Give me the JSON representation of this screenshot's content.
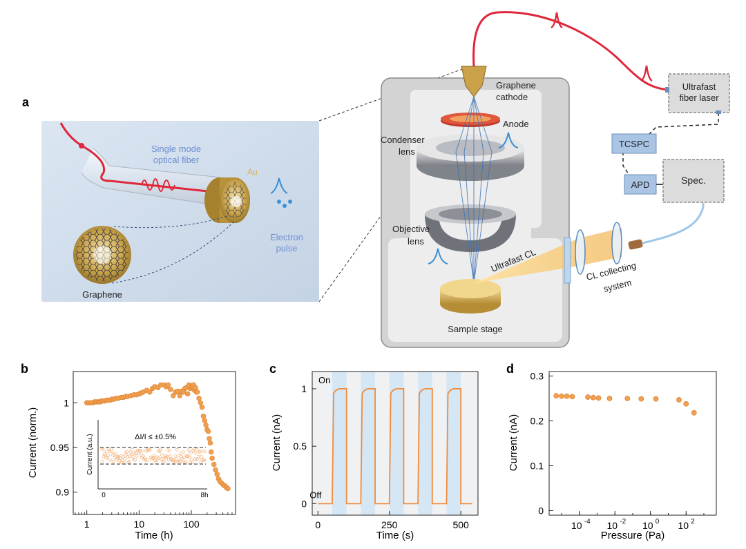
{
  "panel_labels": {
    "a": "a",
    "b": "b",
    "c": "c",
    "d": "d"
  },
  "schematic": {
    "fiber_label_line1": "Single mode",
    "fiber_label_line2": "optical fiber",
    "au_label": "Au",
    "electron_pulse_line1": "Electron",
    "electron_pulse_line2": "pulse",
    "graphene_label": "Graphene",
    "cathode_line1": "Graphene",
    "cathode_line2": "cathode",
    "anode_label": "Anode",
    "condenser_line1": "Condenser",
    "condenser_line2": "lens",
    "objective_line1": "Objective",
    "objective_line2": "lens",
    "ultrafast_cl": "Ultrafast CL",
    "sample_stage": "Sample stage",
    "cl_collect_line1": "CL collecting",
    "cl_collect_line2": "system",
    "laser_line1": "Ultrafast",
    "laser_line2": "fiber laser",
    "tcspc": "TCSPC",
    "apd": "APD",
    "spec": "Spec.",
    "colors": {
      "fiber_red": "#e0263a",
      "gold": "#c9a24a",
      "electron_blue": "#3a8fd6",
      "box_blue": "#a9c4e4",
      "chamber_gray": "#d6d6d6"
    }
  },
  "chart_data": [
    {
      "panel": "b",
      "type": "scatter",
      "xlabel": "Time (h)",
      "ylabel": "Current (norm.)",
      "xscale": "log",
      "xlim": [
        0.55,
        700
      ],
      "ylim": [
        0.875,
        1.035
      ],
      "xticks": [
        1,
        10,
        100
      ],
      "xtick_labels": [
        "1",
        "10",
        "100"
      ],
      "yticks": [
        0.9,
        0.95,
        1.0
      ],
      "ytick_labels": [
        "0.9",
        "0.95",
        "1"
      ],
      "marker_color": "#f0a050",
      "x": [
        1.0,
        1.1,
        1.2,
        1.3,
        1.4,
        1.5,
        1.6,
        1.7,
        1.8,
        1.9,
        2.0,
        2.2,
        2.4,
        2.6,
        2.8,
        3.0,
        3.3,
        3.6,
        4.0,
        4.5,
        5.0,
        5.5,
        6.0,
        7.0,
        8.0,
        9.0,
        10,
        11,
        12,
        14,
        16,
        18,
        20,
        23,
        26,
        30,
        33,
        36,
        40,
        45,
        50,
        55,
        60,
        65,
        70,
        75,
        80,
        85,
        90,
        95,
        100,
        105,
        110,
        115,
        120,
        125,
        130,
        140,
        150,
        160,
        170,
        180,
        190,
        200,
        210,
        220,
        230,
        240,
        250,
        270,
        290,
        310,
        330,
        350,
        380,
        410,
        440,
        470,
        500
      ],
      "y": [
        1.0,
        1.0,
        1.0,
        1.0,
        1.001,
        1.001,
        1.001,
        1.001,
        1.001,
        1.002,
        1.002,
        1.002,
        1.003,
        1.003,
        1.003,
        1.004,
        1.004,
        1.005,
        1.005,
        1.006,
        1.006,
        1.007,
        1.007,
        1.008,
        1.009,
        1.009,
        1.01,
        1.011,
        1.012,
        1.014,
        1.012,
        1.016,
        1.018,
        1.017,
        1.02,
        1.02,
        1.018,
        1.02,
        1.015,
        1.008,
        1.012,
        1.013,
        1.008,
        1.013,
        1.012,
        1.016,
        1.017,
        1.01,
        1.02,
        1.016,
        1.018,
        1.018,
        1.02,
        1.014,
        1.017,
        1.012,
        1.012,
        1.005,
        1.0,
        0.995,
        0.985,
        0.98,
        0.975,
        0.97,
        0.968,
        0.96,
        0.955,
        0.945,
        0.938,
        0.931,
        0.925,
        0.92,
        0.915,
        0.912,
        0.91,
        0.908,
        0.907,
        0.905,
        0.904
      ],
      "inset": {
        "xtick_labels": [
          "0",
          "8h"
        ],
        "ylabel": "Current (a.u.)",
        "annotation": "ΔI/I ≤ ±0.5%",
        "band": [
          -1,
          1
        ]
      }
    },
    {
      "panel": "c",
      "type": "line",
      "xlabel": "Time (s)",
      "ylabel": "Current (nA)",
      "xlim": [
        -20,
        560
      ],
      "ylim": [
        -0.1,
        1.15
      ],
      "xticks": [
        0,
        250,
        500
      ],
      "xtick_labels": [
        "0",
        "250",
        "500"
      ],
      "yticks": [
        0,
        0.5,
        1
      ],
      "ytick_labels": [
        "0",
        "0.5",
        "1"
      ],
      "line_color": "#f08c3c",
      "annotations": {
        "on": "On",
        "off": "Off"
      },
      "on_intervals": [
        [
          50,
          100
        ],
        [
          150,
          200
        ],
        [
          250,
          300
        ],
        [
          350,
          400
        ],
        [
          450,
          500
        ]
      ],
      "baseline": 0,
      "on_level": 1.0,
      "x_end": 540
    },
    {
      "panel": "d",
      "type": "scatter",
      "xlabel": "Pressure (Pa)",
      "ylabel": "Current (nA)",
      "xscale": "log",
      "xlim": [
        2e-06,
        5000
      ],
      "ylim": [
        -0.01,
        0.31
      ],
      "xticks": [
        0.0001,
        0.01,
        1,
        100
      ],
      "xtick_labels": [
        "10",
        "10",
        "10",
        "10"
      ],
      "xtick_exponents": [
        "-4",
        "-2",
        "0",
        "2"
      ],
      "yticks": [
        0,
        0.1,
        0.2,
        0.3
      ],
      "ytick_labels": [
        "0",
        "0.1",
        "0.2",
        "0.3"
      ],
      "marker_color": "#f0a050",
      "x": [
        5e-06,
        1e-05,
        2e-05,
        4e-05,
        0.0003,
        0.0006,
        0.0012,
        0.005,
        0.05,
        0.3,
        2,
        40,
        100,
        280
      ],
      "y": [
        0.256,
        0.255,
        0.255,
        0.254,
        0.253,
        0.252,
        0.251,
        0.25,
        0.25,
        0.249,
        0.249,
        0.247,
        0.238,
        0.218
      ]
    }
  ]
}
